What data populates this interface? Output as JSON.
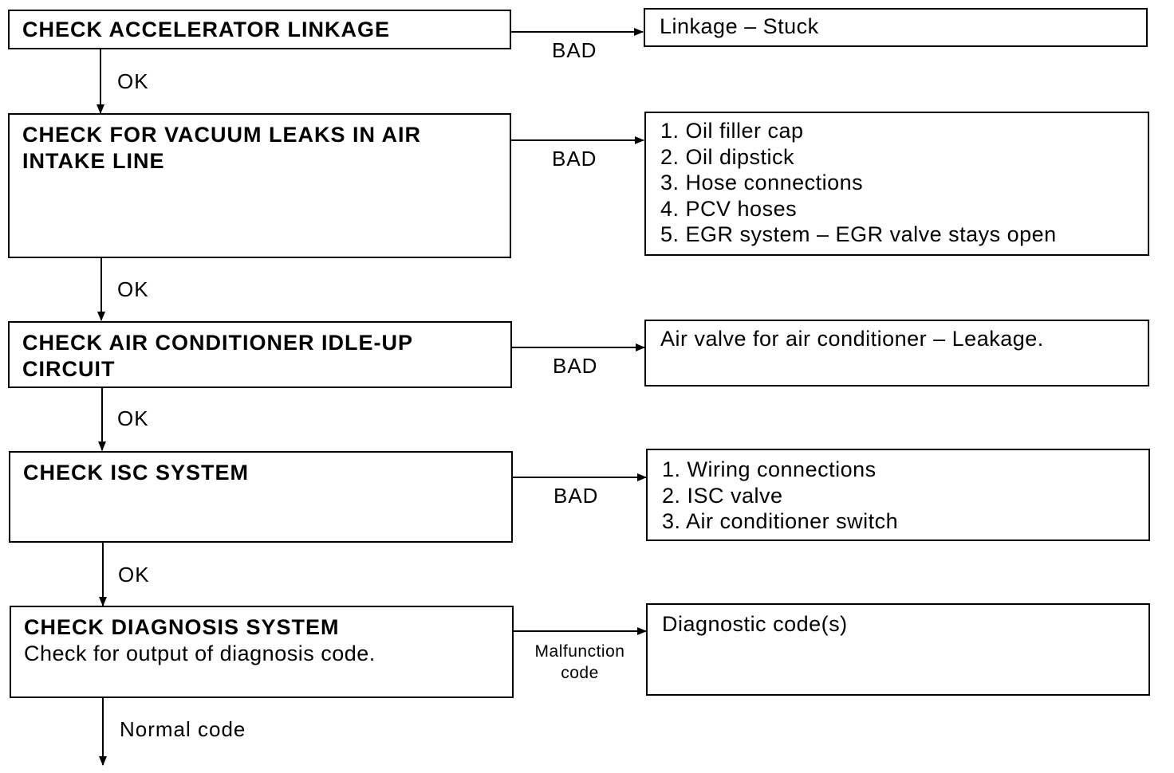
{
  "steps": [
    {
      "title": "CHECK ACCELERATOR LINKAGE",
      "subtitle": "",
      "branch": "BAD",
      "next": "OK",
      "results": [
        "Linkage – Stuck"
      ]
    },
    {
      "title": "CHECK FOR VACUUM LEAKS IN AIR INTAKE LINE",
      "subtitle": "",
      "branch": "BAD",
      "next": "OK",
      "results": [
        "1. Oil filler cap",
        "2. Oil dipstick",
        "3. Hose connections",
        "4. PCV hoses",
        "5. EGR system – EGR valve stays open"
      ]
    },
    {
      "title": "CHECK AIR CONDITIONER IDLE-UP CIRCUIT",
      "subtitle": "",
      "branch": "BAD",
      "next": "OK",
      "results": [
        "Air valve for air conditioner – Leakage."
      ]
    },
    {
      "title": "CHECK ISC SYSTEM",
      "subtitle": "",
      "branch": "BAD",
      "next": "OK",
      "results": [
        "1. Wiring connections",
        "2. ISC valve",
        "3. Air conditioner switch"
      ]
    },
    {
      "title": "CHECK DIAGNOSIS SYSTEM",
      "subtitle": "Check for output of diagnosis code.",
      "branch": "Malfunction code",
      "next": "Normal code",
      "results": [
        "Diagnostic code(s)"
      ]
    }
  ]
}
